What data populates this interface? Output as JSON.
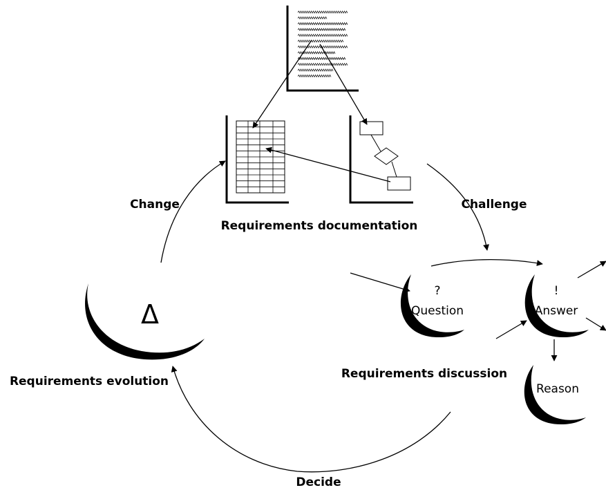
{
  "labels": {
    "documentation": "Requirements documentation",
    "discussion": "Requirements discussion",
    "evolution": "Requirements evolution",
    "change": "Change",
    "challenge": "Challenge",
    "decide": "Decide"
  },
  "nodes": {
    "question": {
      "symbol": "?",
      "text": "Question"
    },
    "answer": {
      "symbol": "!",
      "text": "Answer"
    },
    "reason": {
      "text": "Reason"
    },
    "evolution": {
      "symbol": "Δ"
    }
  }
}
